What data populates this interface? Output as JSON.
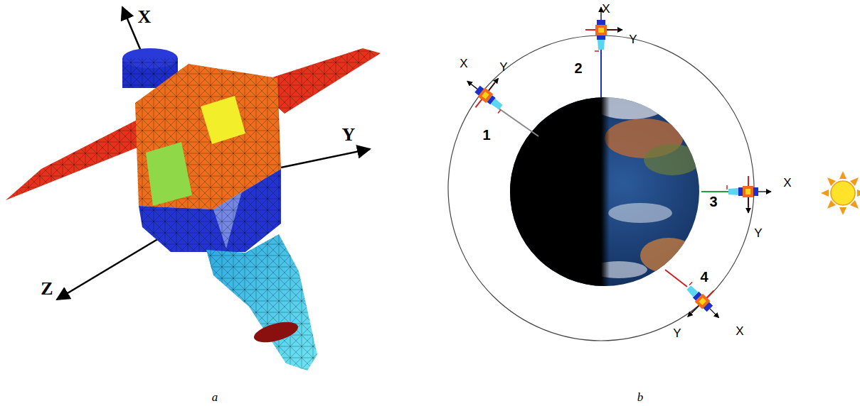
{
  "diagram": {
    "labels": [
      "X",
      "Y",
      "Z",
      "X",
      "Y",
      "1",
      "X",
      "Y",
      "2",
      "X",
      "Y",
      "3",
      "Y",
      "X",
      "4",
      "a",
      "b"
    ]
  }
}
